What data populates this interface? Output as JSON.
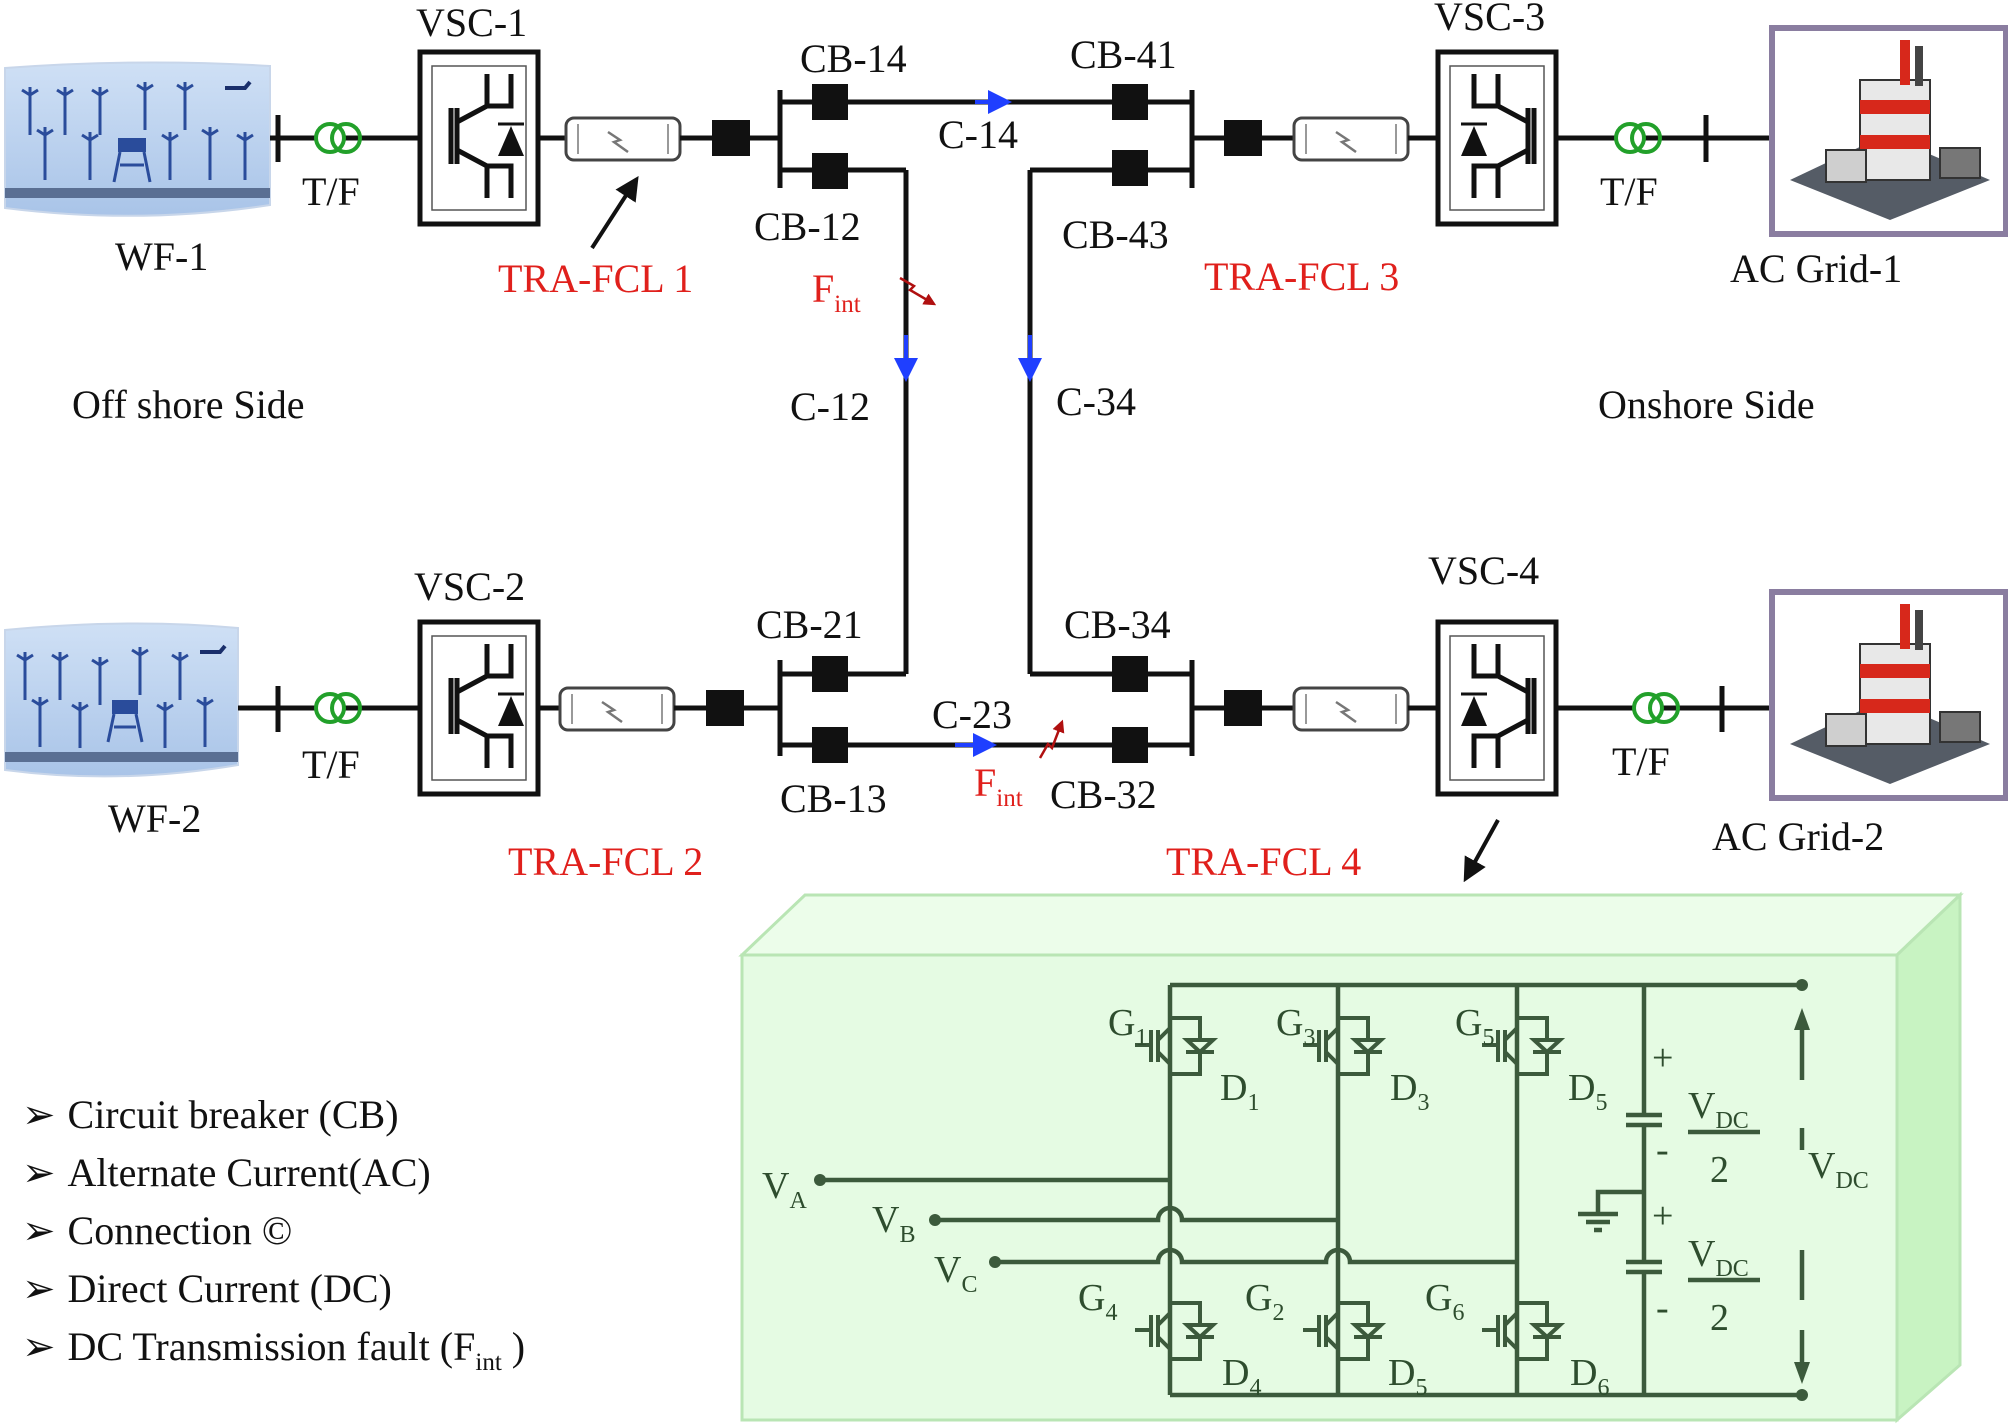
{
  "converters": {
    "vsc1": "VSC-1",
    "vsc2": "VSC-2",
    "vsc3": "VSC-3",
    "vsc4": "VSC-4"
  },
  "wind_farms": {
    "wf1": "WF-1",
    "wf2": "WF-2"
  },
  "transformers": {
    "tf1": "T/F",
    "tf2": "T/F",
    "tf3": "T/F",
    "tf4": "T/F"
  },
  "grids": {
    "grid1": "AC Grid-1",
    "grid2": "AC Grid-2"
  },
  "fault_limiters": {
    "fcl1": "TRA-FCL 1",
    "fcl2": "TRA-FCL 2",
    "fcl3": "TRA-FCL 3",
    "fcl4": "TRA-FCL 4"
  },
  "breakers": {
    "cb14": "CB-14",
    "cb12": "CB-12",
    "cb41": "CB-41",
    "cb43": "CB-43",
    "cb21": "CB-21",
    "cb13": "CB-13",
    "cb34": "CB-34",
    "cb32": "CB-32"
  },
  "cables": {
    "c14": "C-14",
    "c12": "C-12",
    "c34": "C-34",
    "c23": "C-23"
  },
  "fault": {
    "f_main": "F",
    "f_sub": "int"
  },
  "sides": {
    "offshore": "Off shore Side",
    "onshore": "Onshore Side"
  },
  "inverter": {
    "G": "G",
    "D": "D",
    "V": "V",
    "g1": "1",
    "g3": "3",
    "g5": "5",
    "g4": "4",
    "g2": "2",
    "g6": "6",
    "d1": "1",
    "d3": "3",
    "d5": "5",
    "d4": "4",
    "d5b": "5",
    "d6": "6",
    "va_sub": "A",
    "vb_sub": "B",
    "vc_sub": "C",
    "vdc_sub": "DC",
    "two": "2",
    "plus": "+",
    "minus": "-"
  },
  "legend": {
    "items": [
      "Circuit breaker (CB)",
      "Alternate Current(AC)",
      "Connection ©",
      "Direct Current (DC)",
      "DC Transmission fault (F"
    ],
    "last_sub": "int",
    "last_close": " )",
    "bullet": "➢"
  },
  "colors": {
    "label_red": "#e0201c",
    "flow_blue": "#1f3fff",
    "fault_red": "#b01010",
    "inverter_bg": "#e5fbe3",
    "inverter_line": "#3c5a3c",
    "transformer_green": "#22a02a"
  }
}
